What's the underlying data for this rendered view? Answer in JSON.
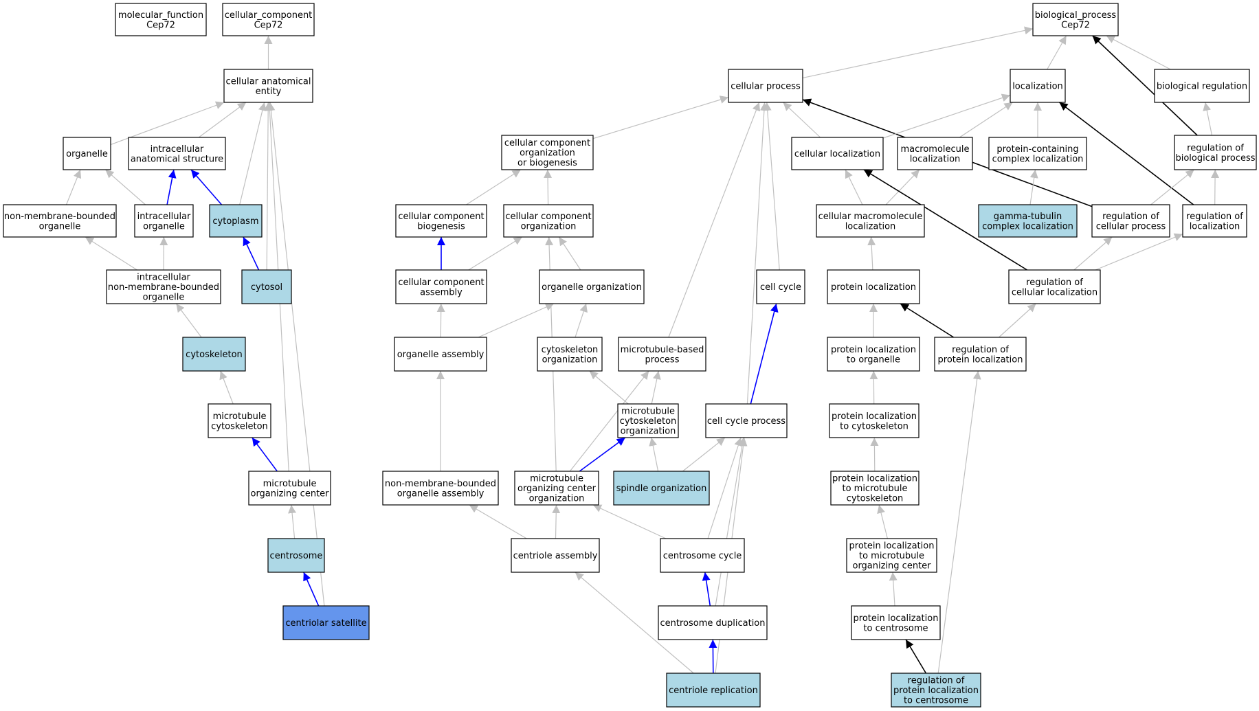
{
  "colors": {
    "node_default": "#ffffff",
    "node_highlight": "#add8e6",
    "node_focus": "#6495ed",
    "edge_is_a": "#c0c0c0",
    "edge_part_of": "#0000ff",
    "edge_regulates": "#000000"
  },
  "nodes": [
    {
      "id": "mf",
      "lines": [
        "molecular_function",
        "Cep72"
      ],
      "style": "default"
    },
    {
      "id": "cc",
      "lines": [
        "cellular_component",
        "Cep72"
      ],
      "style": "default"
    },
    {
      "id": "bp",
      "lines": [
        "biological_process",
        "Cep72"
      ],
      "style": "default"
    },
    {
      "id": "cae",
      "lines": [
        "cellular anatomical",
        "entity"
      ],
      "style": "default"
    },
    {
      "id": "cp",
      "lines": [
        "cellular process"
      ],
      "style": "default"
    },
    {
      "id": "loc",
      "lines": [
        "localization"
      ],
      "style": "default"
    },
    {
      "id": "breg",
      "lines": [
        "biological regulation"
      ],
      "style": "default"
    },
    {
      "id": "org",
      "lines": [
        "organelle"
      ],
      "style": "default"
    },
    {
      "id": "ias",
      "lines": [
        "intracellular",
        "anatomical structure"
      ],
      "style": "default"
    },
    {
      "id": "ccob",
      "lines": [
        "cellular component",
        "organization",
        "or biogenesis"
      ],
      "style": "default"
    },
    {
      "id": "cloc",
      "lines": [
        "cellular localization"
      ],
      "style": "default"
    },
    {
      "id": "mloc",
      "lines": [
        "macromolecule",
        "localization"
      ],
      "style": "default"
    },
    {
      "id": "pcloc",
      "lines": [
        "protein-containing",
        "complex localization"
      ],
      "style": "default"
    },
    {
      "id": "rbp",
      "lines": [
        "regulation of",
        "biological process"
      ],
      "style": "default"
    },
    {
      "id": "nmbo",
      "lines": [
        "non-membrane-bounded",
        "organelle"
      ],
      "style": "default"
    },
    {
      "id": "io",
      "lines": [
        "intracellular",
        "organelle"
      ],
      "style": "default"
    },
    {
      "id": "cyto",
      "lines": [
        "cytoplasm"
      ],
      "style": "highlight"
    },
    {
      "id": "ccb",
      "lines": [
        "cellular component",
        "biogenesis"
      ],
      "style": "default"
    },
    {
      "id": "cco",
      "lines": [
        "cellular component",
        "organization"
      ],
      "style": "default"
    },
    {
      "id": "cmloc",
      "lines": [
        "cellular macromolecule",
        "localization"
      ],
      "style": "default"
    },
    {
      "id": "gtcl",
      "lines": [
        "gamma-tubulin",
        "complex localization"
      ],
      "style": "highlight"
    },
    {
      "id": "rcp",
      "lines": [
        "regulation of",
        "cellular process"
      ],
      "style": "default"
    },
    {
      "id": "rloc",
      "lines": [
        "regulation of",
        "localization"
      ],
      "style": "default"
    },
    {
      "id": "inmbo",
      "lines": [
        "intracellular",
        "non-membrane-bounded",
        "organelle"
      ],
      "style": "default"
    },
    {
      "id": "cytosol",
      "lines": [
        "cytosol"
      ],
      "style": "highlight"
    },
    {
      "id": "cca",
      "lines": [
        "cellular component",
        "assembly"
      ],
      "style": "default"
    },
    {
      "id": "oo",
      "lines": [
        "organelle organization"
      ],
      "style": "default"
    },
    {
      "id": "cc2",
      "lines": [
        "cell cycle"
      ],
      "style": "default"
    },
    {
      "id": "ploc",
      "lines": [
        "protein localization"
      ],
      "style": "default"
    },
    {
      "id": "rcl",
      "lines": [
        "regulation of",
        "cellular localization"
      ],
      "style": "default"
    },
    {
      "id": "cytosk",
      "lines": [
        "cytoskeleton"
      ],
      "style": "highlight"
    },
    {
      "id": "oa",
      "lines": [
        "organelle assembly"
      ],
      "style": "default"
    },
    {
      "id": "cko",
      "lines": [
        "cytoskeleton",
        "organization"
      ],
      "style": "default"
    },
    {
      "id": "mbp",
      "lines": [
        "microtubule-based",
        "process"
      ],
      "style": "default"
    },
    {
      "id": "pltoo",
      "lines": [
        "protein localization",
        "to organelle"
      ],
      "style": "default"
    },
    {
      "id": "rpl",
      "lines": [
        "regulation of",
        "protein localization"
      ],
      "style": "default"
    },
    {
      "id": "mtcs",
      "lines": [
        "microtubule",
        "cytoskeleton"
      ],
      "style": "default"
    },
    {
      "id": "mtcso",
      "lines": [
        "microtubule",
        "cytoskeleton",
        "organization"
      ],
      "style": "default"
    },
    {
      "id": "ccp",
      "lines": [
        "cell cycle process"
      ],
      "style": "default"
    },
    {
      "id": "pltcs",
      "lines": [
        "protein localization",
        "to cytoskeleton"
      ],
      "style": "default"
    },
    {
      "id": "mtoc",
      "lines": [
        "microtubule",
        "organizing center"
      ],
      "style": "default"
    },
    {
      "id": "nmboa",
      "lines": [
        "non-membrane-bounded",
        "organelle assembly"
      ],
      "style": "default"
    },
    {
      "id": "mtoco",
      "lines": [
        "microtubule",
        "organizing center",
        "organization"
      ],
      "style": "default"
    },
    {
      "id": "so",
      "lines": [
        "spindle organization"
      ],
      "style": "highlight"
    },
    {
      "id": "pltmc",
      "lines": [
        "protein localization",
        "to microtubule",
        "cytoskeleton"
      ],
      "style": "default"
    },
    {
      "id": "csome",
      "lines": [
        "centrosome"
      ],
      "style": "highlight"
    },
    {
      "id": "ca",
      "lines": [
        "centriole assembly"
      ],
      "style": "default"
    },
    {
      "id": "csc",
      "lines": [
        "centrosome cycle"
      ],
      "style": "default"
    },
    {
      "id": "pltmoc",
      "lines": [
        "protein localization",
        "to microtubule",
        "organizing center"
      ],
      "style": "default"
    },
    {
      "id": "cs",
      "lines": [
        "centriolar satellite"
      ],
      "style": "focus"
    },
    {
      "id": "csd",
      "lines": [
        "centrosome duplication"
      ],
      "style": "default"
    },
    {
      "id": "pltc",
      "lines": [
        "protein localization",
        "to centrosome"
      ],
      "style": "default"
    },
    {
      "id": "cr",
      "lines": [
        "centriole replication"
      ],
      "style": "highlight"
    },
    {
      "id": "rpltc",
      "lines": [
        "regulation of",
        "protein localization",
        "to centrosome"
      ],
      "style": "highlight"
    }
  ],
  "edges": [
    {
      "from": "cae",
      "to": "cc",
      "type": "is_a"
    },
    {
      "from": "org",
      "to": "cae",
      "type": "is_a"
    },
    {
      "from": "ias",
      "to": "cae",
      "type": "is_a"
    },
    {
      "from": "cyto",
      "to": "cae",
      "type": "is_a"
    },
    {
      "from": "cytosol",
      "to": "cae",
      "type": "is_a"
    },
    {
      "from": "mtoc",
      "to": "cae",
      "type": "is_a"
    },
    {
      "from": "cs",
      "to": "cae",
      "type": "is_a"
    },
    {
      "from": "nmbo",
      "to": "org",
      "type": "is_a"
    },
    {
      "from": "io",
      "to": "org",
      "type": "is_a"
    },
    {
      "from": "io",
      "to": "ias",
      "type": "part_of"
    },
    {
      "from": "cyto",
      "to": "ias",
      "type": "part_of"
    },
    {
      "from": "inmbo",
      "to": "nmbo",
      "type": "is_a"
    },
    {
      "from": "inmbo",
      "to": "io",
      "type": "is_a"
    },
    {
      "from": "cytosol",
      "to": "cyto",
      "type": "part_of"
    },
    {
      "from": "cytosk",
      "to": "inmbo",
      "type": "is_a"
    },
    {
      "from": "mtcs",
      "to": "cytosk",
      "type": "is_a"
    },
    {
      "from": "mtoc",
      "to": "mtcs",
      "type": "part_of"
    },
    {
      "from": "csome",
      "to": "mtoc",
      "type": "is_a"
    },
    {
      "from": "cs",
      "to": "csome",
      "type": "part_of"
    },
    {
      "from": "cp",
      "to": "bp",
      "type": "is_a"
    },
    {
      "from": "loc",
      "to": "bp",
      "type": "is_a"
    },
    {
      "from": "breg",
      "to": "bp",
      "type": "is_a"
    },
    {
      "from": "rbp",
      "to": "bp",
      "type": "regulates"
    },
    {
      "from": "ccob",
      "to": "cp",
      "type": "is_a"
    },
    {
      "from": "cloc",
      "to": "cp",
      "type": "is_a"
    },
    {
      "from": "mbp",
      "to": "cp",
      "type": "is_a"
    },
    {
      "from": "ccp",
      "to": "cp",
      "type": "is_a"
    },
    {
      "from": "cc2",
      "to": "cp",
      "type": "is_a"
    },
    {
      "from": "rcp",
      "to": "cp",
      "type": "regulates"
    },
    {
      "from": "cloc",
      "to": "loc",
      "type": "is_a"
    },
    {
      "from": "mloc",
      "to": "loc",
      "type": "is_a"
    },
    {
      "from": "pcloc",
      "to": "loc",
      "type": "is_a"
    },
    {
      "from": "rloc",
      "to": "loc",
      "type": "regulates"
    },
    {
      "from": "rbp",
      "to": "breg",
      "type": "is_a"
    },
    {
      "from": "ccb",
      "to": "ccob",
      "type": "is_a"
    },
    {
      "from": "cco",
      "to": "ccob",
      "type": "is_a"
    },
    {
      "from": "cmloc",
      "to": "cloc",
      "type": "is_a"
    },
    {
      "from": "cmloc",
      "to": "mloc",
      "type": "is_a"
    },
    {
      "from": "gtcl",
      "to": "pcloc",
      "type": "is_a"
    },
    {
      "from": "rcp",
      "to": "rbp",
      "type": "is_a"
    },
    {
      "from": "rloc",
      "to": "rbp",
      "type": "is_a"
    },
    {
      "from": "rcl",
      "to": "cloc",
      "type": "regulates"
    },
    {
      "from": "cca",
      "to": "ccb",
      "type": "part_of"
    },
    {
      "from": "cca",
      "to": "cco",
      "type": "is_a"
    },
    {
      "from": "oo",
      "to": "cco",
      "type": "is_a"
    },
    {
      "from": "mtoco",
      "to": "cco",
      "type": "is_a"
    },
    {
      "from": "oa",
      "to": "cca",
      "type": "is_a"
    },
    {
      "from": "oa",
      "to": "oo",
      "type": "is_a"
    },
    {
      "from": "cko",
      "to": "oo",
      "type": "is_a"
    },
    {
      "from": "ploc",
      "to": "cmloc",
      "type": "is_a"
    },
    {
      "from": "rcl",
      "to": "rcp",
      "type": "is_a"
    },
    {
      "from": "rcl",
      "to": "rloc",
      "type": "is_a"
    },
    {
      "from": "ccp",
      "to": "cc2",
      "type": "part_of"
    },
    {
      "from": "pltoo",
      "to": "ploc",
      "type": "is_a"
    },
    {
      "from": "rpl",
      "to": "ploc",
      "type": "regulates"
    },
    {
      "from": "rpl",
      "to": "rcl",
      "type": "is_a"
    },
    {
      "from": "nmboa",
      "to": "oa",
      "type": "is_a"
    },
    {
      "from": "mtcso",
      "to": "cko",
      "type": "is_a"
    },
    {
      "from": "mtcso",
      "to": "mbp",
      "type": "is_a"
    },
    {
      "from": "mtoco",
      "to": "mbp",
      "type": "is_a"
    },
    {
      "from": "so",
      "to": "mtcso",
      "type": "is_a"
    },
    {
      "from": "mtoco",
      "to": "mtcso",
      "type": "part_of"
    },
    {
      "from": "so",
      "to": "ccp",
      "type": "is_a"
    },
    {
      "from": "csc",
      "to": "ccp",
      "type": "is_a"
    },
    {
      "from": "csd",
      "to": "ccp",
      "type": "is_a"
    },
    {
      "from": "cr",
      "to": "ccp",
      "type": "is_a"
    },
    {
      "from": "pltcs",
      "to": "pltoo",
      "type": "is_a"
    },
    {
      "from": "pltmc",
      "to": "pltcs",
      "type": "is_a"
    },
    {
      "from": "pltmoc",
      "to": "pltmc",
      "type": "is_a"
    },
    {
      "from": "pltc",
      "to": "pltmoc",
      "type": "is_a"
    },
    {
      "from": "rpltc",
      "to": "pltc",
      "type": "regulates"
    },
    {
      "from": "rpltc",
      "to": "rpl",
      "type": "is_a"
    },
    {
      "from": "ca",
      "to": "nmboa",
      "type": "is_a"
    },
    {
      "from": "ca",
      "to": "mtoco",
      "type": "is_a"
    },
    {
      "from": "csc",
      "to": "mtoco",
      "type": "is_a"
    },
    {
      "from": "csd",
      "to": "csc",
      "type": "part_of"
    },
    {
      "from": "cr",
      "to": "ca",
      "type": "is_a"
    },
    {
      "from": "cr",
      "to": "csd",
      "type": "part_of"
    }
  ]
}
